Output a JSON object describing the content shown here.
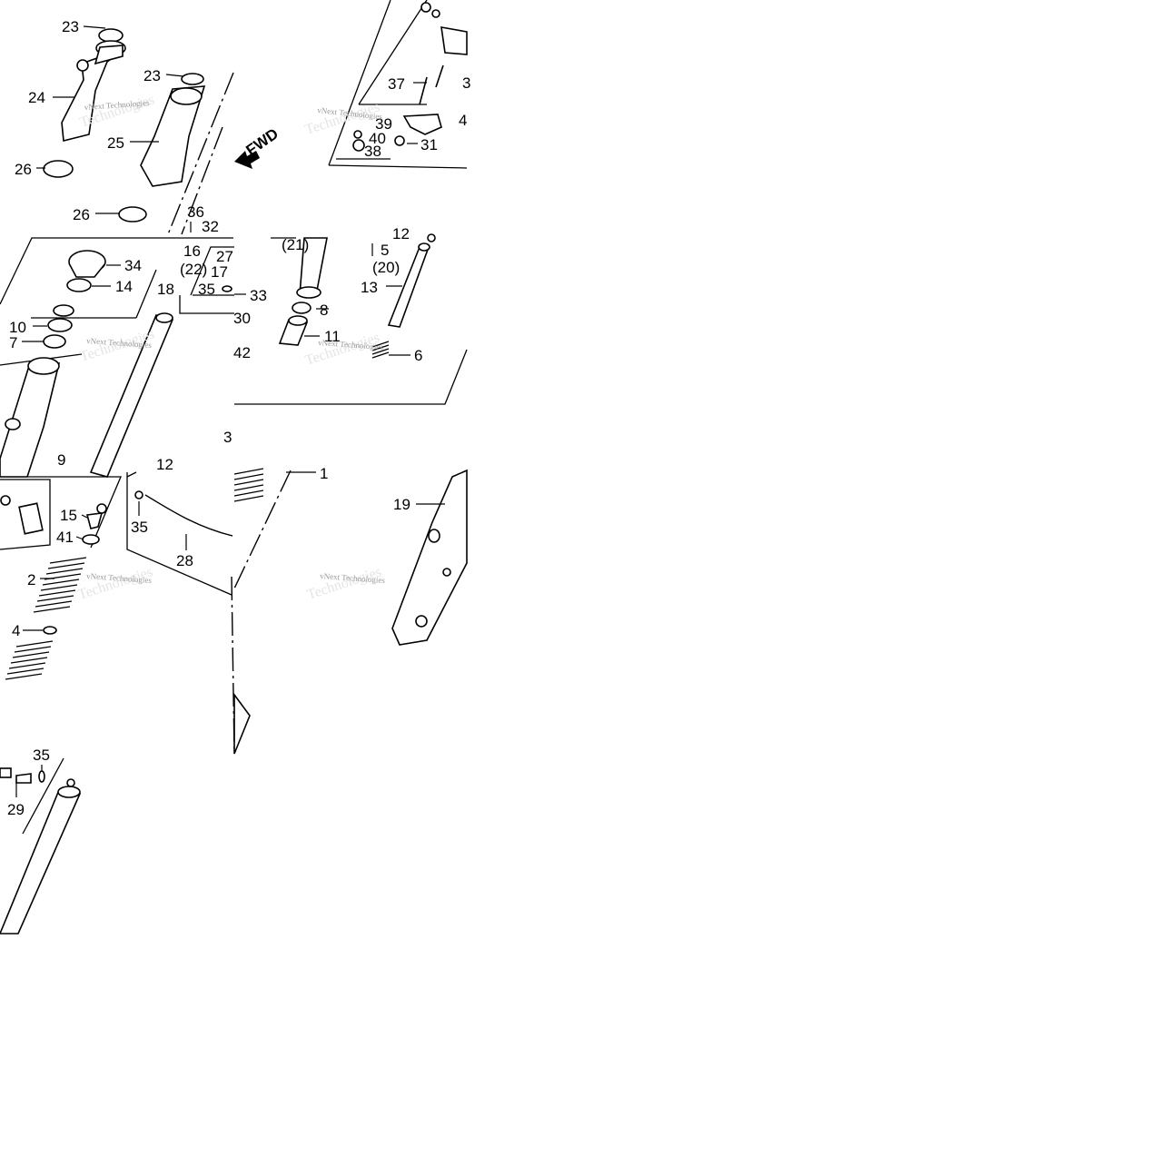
{
  "diagram": {
    "callouts": [
      {
        "id": "c23a",
        "text": "23"
      },
      {
        "id": "c23b",
        "text": "23"
      },
      {
        "id": "c24",
        "text": "24"
      },
      {
        "id": "c25",
        "text": "25"
      },
      {
        "id": "c26a",
        "text": "26"
      },
      {
        "id": "c26b",
        "text": "26"
      },
      {
        "id": "c36",
        "text": "36"
      },
      {
        "id": "c32",
        "text": "32"
      },
      {
        "id": "c16",
        "text": "16"
      },
      {
        "id": "c27",
        "text": "27"
      },
      {
        "id": "c22",
        "text": "(22)"
      },
      {
        "id": "c17",
        "text": "17"
      },
      {
        "id": "c35a",
        "text": "35"
      },
      {
        "id": "c33",
        "text": "33"
      },
      {
        "id": "c30",
        "text": "30"
      },
      {
        "id": "c21",
        "text": "(21)"
      },
      {
        "id": "c34",
        "text": "34"
      },
      {
        "id": "c14",
        "text": "14"
      },
      {
        "id": "c18",
        "text": "18"
      },
      {
        "id": "c10",
        "text": "10"
      },
      {
        "id": "c7",
        "text": "7"
      },
      {
        "id": "c9",
        "text": "9"
      },
      {
        "id": "c5",
        "text": "5"
      },
      {
        "id": "c20",
        "text": "(20)"
      },
      {
        "id": "c12a",
        "text": "12"
      },
      {
        "id": "c13",
        "text": "13"
      },
      {
        "id": "c8",
        "text": "8"
      },
      {
        "id": "c11",
        "text": "11"
      },
      {
        "id": "c42",
        "text": "42"
      },
      {
        "id": "c6",
        "text": "6"
      },
      {
        "id": "c37",
        "text": "37"
      },
      {
        "id": "c39",
        "text": "39"
      },
      {
        "id": "c40",
        "text": "40"
      },
      {
        "id": "c38",
        "text": "38"
      },
      {
        "id": "c31",
        "text": "31"
      },
      {
        "id": "c4x",
        "text": "4"
      },
      {
        "id": "c3x",
        "text": "3"
      },
      {
        "id": "c3",
        "text": "3"
      },
      {
        "id": "c12b",
        "text": "12"
      },
      {
        "id": "c1",
        "text": "1"
      },
      {
        "id": "c19",
        "text": "19"
      },
      {
        "id": "c15",
        "text": "15"
      },
      {
        "id": "c41",
        "text": "41"
      },
      {
        "id": "c35b",
        "text": "35"
      },
      {
        "id": "c28",
        "text": "28"
      },
      {
        "id": "c2",
        "text": "2"
      },
      {
        "id": "c4",
        "text": "4"
      },
      {
        "id": "c35c",
        "text": "35"
      },
      {
        "id": "c29",
        "text": "29"
      }
    ],
    "direction_label": "FWD",
    "watermark": {
      "line1": "vNext Technologies",
      "line2": "Technologies"
    }
  }
}
